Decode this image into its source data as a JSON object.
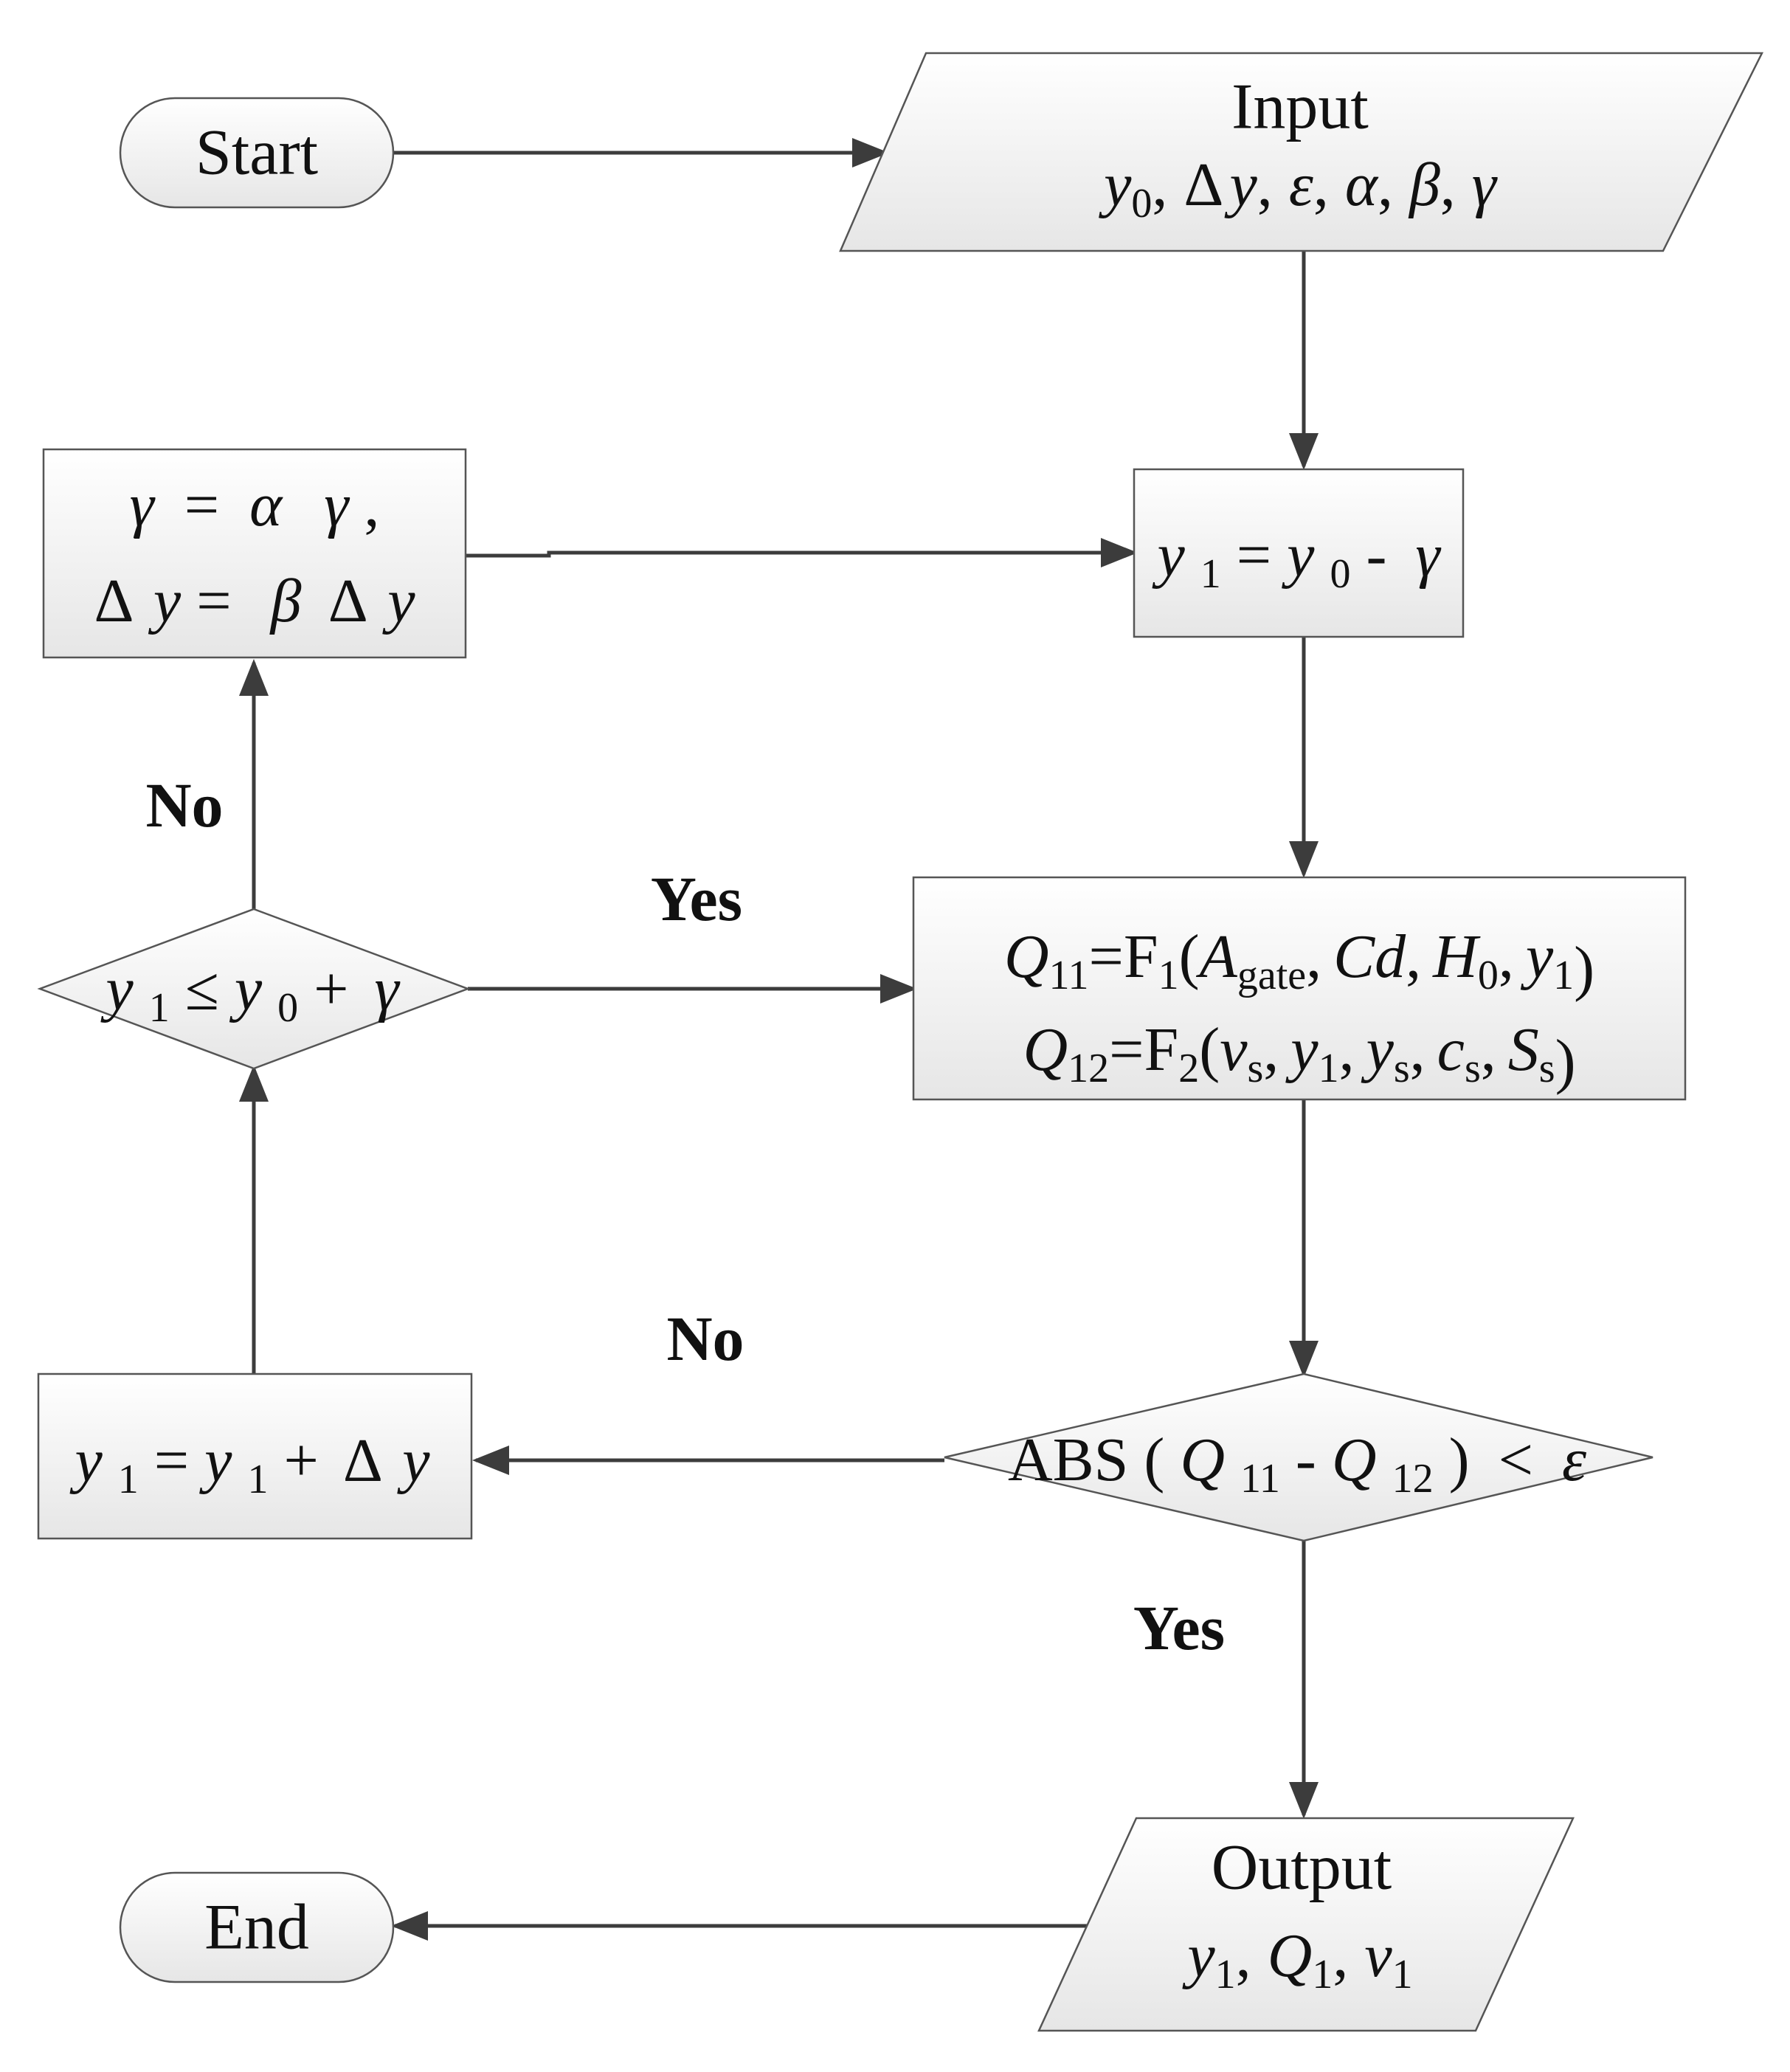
{
  "diagram": {
    "nodes": {
      "start": {
        "label": "Start"
      },
      "input": {
        "title": "Input",
        "params": [
          {
            "base": "y",
            "sub": "0",
            "italic": true,
            "sep": ","
          },
          {
            "pre": "Δ",
            "base": "y",
            "italic": true,
            "sep": ","
          },
          {
            "base": "ε",
            "italic": true,
            "sep": ","
          },
          {
            "base": "α",
            "italic": true,
            "sep": ","
          },
          {
            "base": "β",
            "italic": true,
            "sep": ","
          },
          {
            "base": "γ",
            "italic": true,
            "sep": ""
          }
        ]
      },
      "update_params": {
        "line1": {
          "lhs": "γ",
          "eq": "=",
          "coef": "α",
          "var": "γ",
          "end": ","
        },
        "line2": {
          "pre": "Δ",
          "lhs": "y",
          "eq": "=",
          "coef": "β",
          "var_pre": "Δ",
          "var": "y"
        }
      },
      "init_y1": {
        "lhs": "y",
        "lhs_sub": "1",
        "eq": "=",
        "rhs": "y",
        "rhs_sub": "0",
        "op": "-",
        "term": "γ"
      },
      "check_range": {
        "a": "y",
        "a_sub": "1",
        "op": "≤",
        "b": "y",
        "b_sub": "0",
        "plus": "+",
        "c": "γ"
      },
      "compute_q": {
        "line1": {
          "q": "Q",
          "q_sub": "11",
          "eq": "=",
          "f": "F",
          "f_sub": "1",
          "open": "(",
          "args": [
            {
              "base": "A",
              "sub": "gate",
              "italic": true,
              "sep": ","
            },
            {
              "base": "Cd",
              "sub": "",
              "italic": true,
              "sep": ","
            },
            {
              "base": "H",
              "sub": "0",
              "italic": true,
              "sep": ","
            },
            {
              "base": "y",
              "sub": "1",
              "italic": true,
              "sep": ""
            }
          ],
          "close": ")"
        },
        "line2": {
          "q": "Q",
          "q_sub": "12",
          "eq": "=",
          "f": "F",
          "f_sub": "2",
          "open": "(",
          "args": [
            {
              "base": "v",
              "sub": "s",
              "italic": true,
              "sep": ","
            },
            {
              "base": "y",
              "sub": "1",
              "italic": true,
              "sep": ","
            },
            {
              "base": "y",
              "sub": "s",
              "italic": true,
              "sep": ","
            },
            {
              "base": "c",
              "sub": "s",
              "italic": true,
              "sep": ","
            },
            {
              "base": "S",
              "sub": "s",
              "italic": true,
              "sep": ""
            }
          ],
          "close": ")"
        }
      },
      "step_y1": {
        "lhs": "y",
        "lhs_sub": "1",
        "eq": "=",
        "rhs": "y",
        "rhs_sub": "1",
        "plus": "+",
        "pre": "Δ",
        "term": "y"
      },
      "check_converge": {
        "fn": "ABS",
        "open": "(",
        "a": "Q",
        "a_sub": "11",
        "minus": "-",
        "b": "Q",
        "b_sub": "12",
        "close": ")",
        "op": "<",
        "eps": "ε"
      },
      "output": {
        "title": "Output",
        "params": [
          {
            "base": "y",
            "sub": "1",
            "italic": true,
            "sep": ","
          },
          {
            "base": "Q",
            "sub": "1",
            "italic": true,
            "sep": ","
          },
          {
            "base": "v",
            "sub": "1",
            "italic": true,
            "sep": ""
          }
        ]
      },
      "end": {
        "label": "End"
      }
    },
    "branch_labels": {
      "range_no": "No",
      "range_yes": "Yes",
      "converge_no": "No",
      "converge_yes": "Yes"
    }
  }
}
